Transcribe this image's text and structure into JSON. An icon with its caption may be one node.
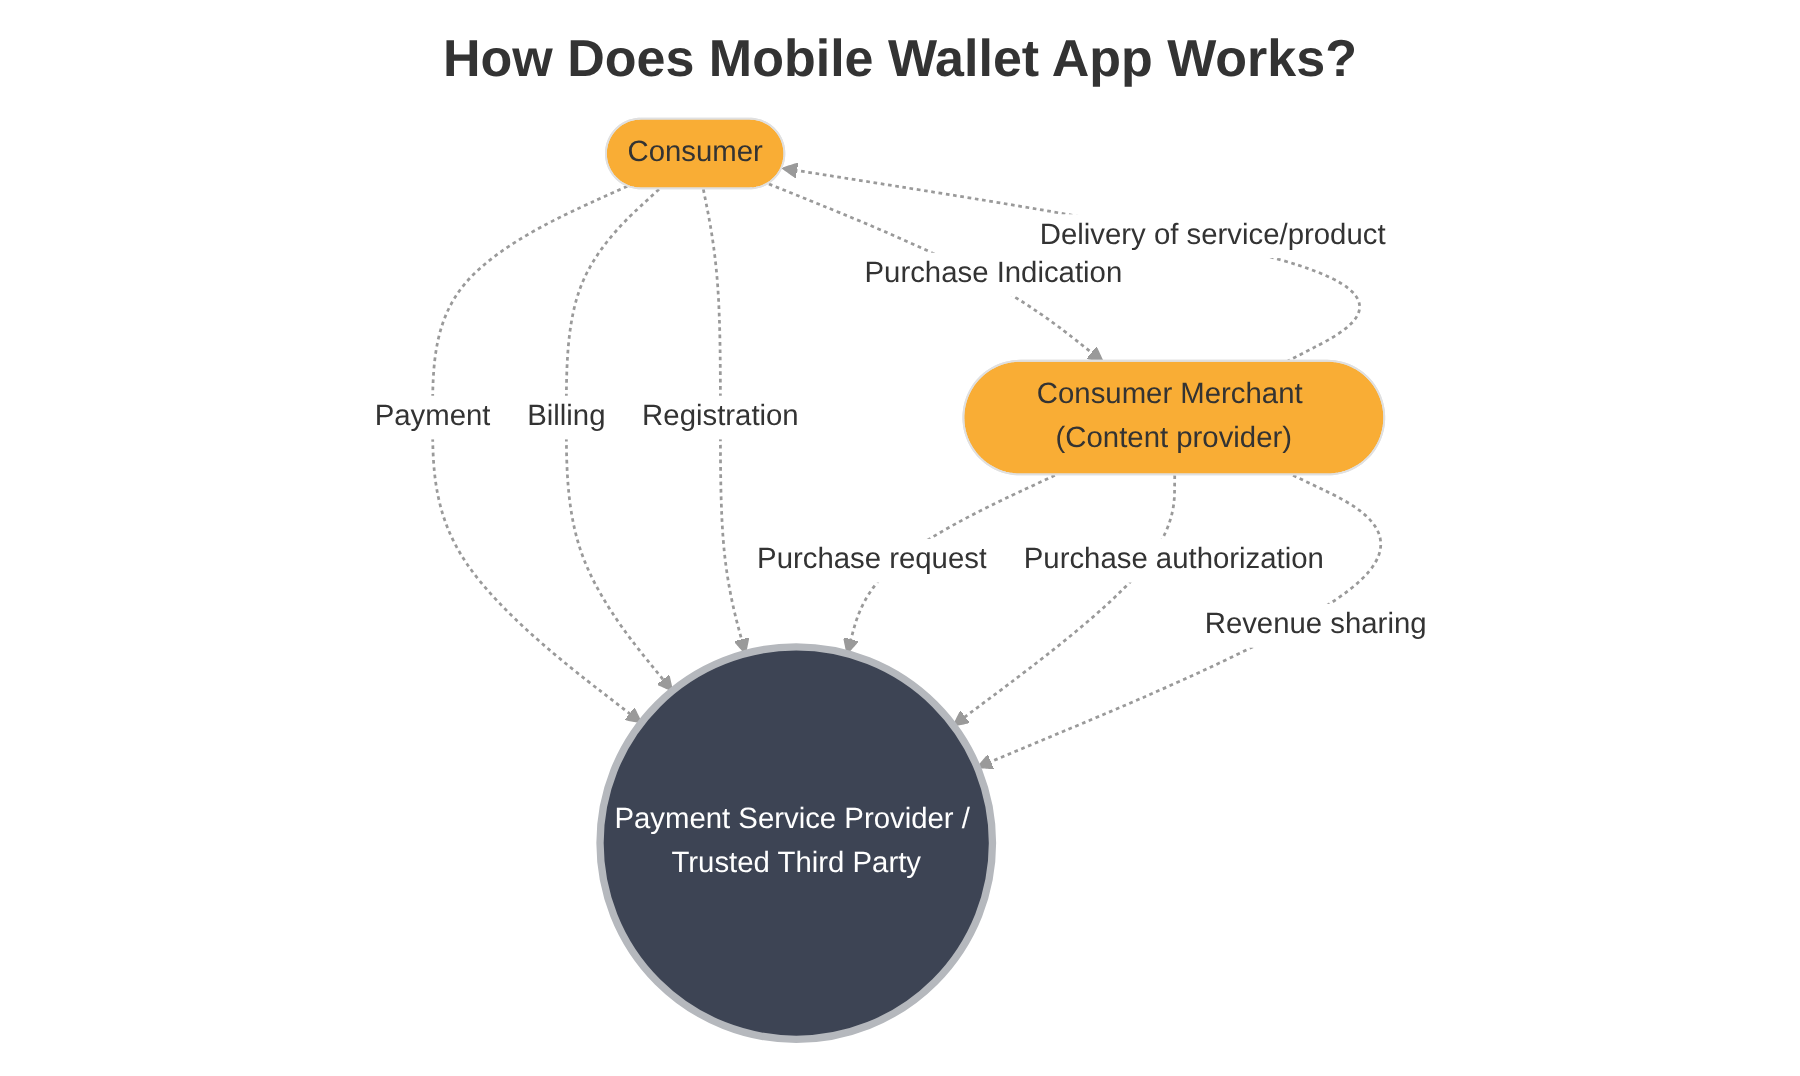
{
  "diagram": {
    "title": "How Does Mobile Wallet App Works?",
    "nodes": [
      {
        "text": [
          "Consumer"
        ]
      },
      {
        "text": [
          "Consumer Merchant (Content provider)"
        ]
      },
      {
        "text": [
          "Payment Service Provider / Trusted Third Party"
        ]
      }
    ],
    "edges": [
      {
        "from": 0,
        "to": 1,
        "arrow": "to",
        "label": "Purchase Indication",
        "style": "dashed"
      },
      {
        "from": 1,
        "to": 0,
        "arrow": "to",
        "label": "Delivery of service/product",
        "style": "dashed"
      },
      {
        "from": 0,
        "to": 2,
        "arrow": "to",
        "label": "Payment",
        "style": "dashed"
      },
      {
        "from": 0,
        "to": 2,
        "arrow": "to",
        "label": "Billing",
        "style": "dashed"
      },
      {
        "from": 0,
        "to": 2,
        "arrow": "to",
        "label": "Registration",
        "style": "dashed"
      },
      {
        "from": 1,
        "to": 2,
        "arrow": "to",
        "label": "Purchase request",
        "style": "dashed"
      },
      {
        "from": 1,
        "to": 2,
        "arrow": "to",
        "label": "Purchase authorization",
        "style": "dashed"
      },
      {
        "from": 1,
        "to": 2,
        "arrow": "to",
        "label": "Revenue sharing",
        "style": "dashed"
      }
    ]
  }
}
